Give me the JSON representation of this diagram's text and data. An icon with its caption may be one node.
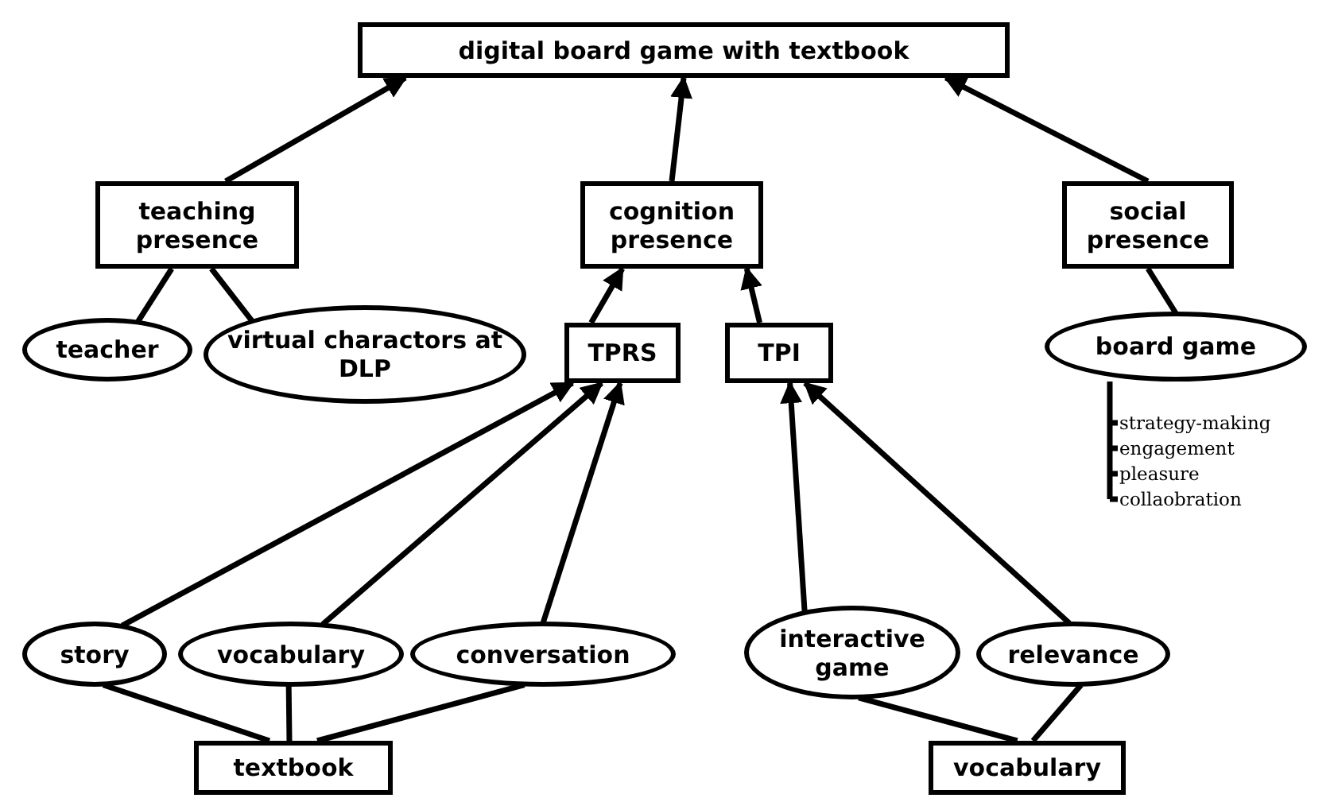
{
  "diagram": {
    "nodes": [
      {
        "text": [
          "digital board game with textbook"
        ]
      },
      {
        "text": [
          "teaching presence"
        ]
      },
      {
        "text": [
          "cognition presence"
        ]
      },
      {
        "text": [
          "social presence"
        ]
      },
      {
        "text": [
          "teacher"
        ]
      },
      {
        "text": [
          "virtual charactors at DLP"
        ]
      },
      {
        "text": [
          "TPRS"
        ]
      },
      {
        "text": [
          "TPI"
        ]
      },
      {
        "text": [
          "board game"
        ]
      },
      {
        "text": [
          "story"
        ]
      },
      {
        "text": [
          "vocabulary"
        ]
      },
      {
        "text": [
          "conversation"
        ]
      },
      {
        "text": [
          "interactive game"
        ]
      },
      {
        "text": [
          "relevance"
        ]
      },
      {
        "text": [
          "textbook"
        ]
      },
      {
        "text": [
          "vocabulary"
        ]
      }
    ],
    "edges": [
      {
        "from": 1,
        "to": 0,
        "arrow": "to"
      },
      {
        "from": 2,
        "to": 0,
        "arrow": "to"
      },
      {
        "from": 3,
        "to": 0,
        "arrow": "to"
      },
      {
        "from": 1,
        "to": 4,
        "arrow": "none"
      },
      {
        "from": 1,
        "to": 5,
        "arrow": "none"
      },
      {
        "from": 6,
        "to": 2,
        "arrow": "to"
      },
      {
        "from": 7,
        "to": 2,
        "arrow": "to"
      },
      {
        "from": 3,
        "to": 8,
        "arrow": "none"
      },
      {
        "from": 9,
        "to": 6,
        "arrow": "to"
      },
      {
        "from": 10,
        "to": 6,
        "arrow": "to"
      },
      {
        "from": 11,
        "to": 6,
        "arrow": "to"
      },
      {
        "from": 12,
        "to": 7,
        "arrow": "to"
      },
      {
        "from": 13,
        "to": 7,
        "arrow": "to"
      },
      {
        "from": 14,
        "to": 9,
        "arrow": "none"
      },
      {
        "from": 14,
        "to": 10,
        "arrow": "none"
      },
      {
        "from": 14,
        "to": 11,
        "arrow": "none"
      },
      {
        "from": 15,
        "to": 12,
        "arrow": "none"
      },
      {
        "from": 15,
        "to": 13,
        "arrow": "none"
      }
    ],
    "labels": [
      "strategy-making",
      "engagement",
      "pleasure",
      "collaobration"
    ]
  }
}
